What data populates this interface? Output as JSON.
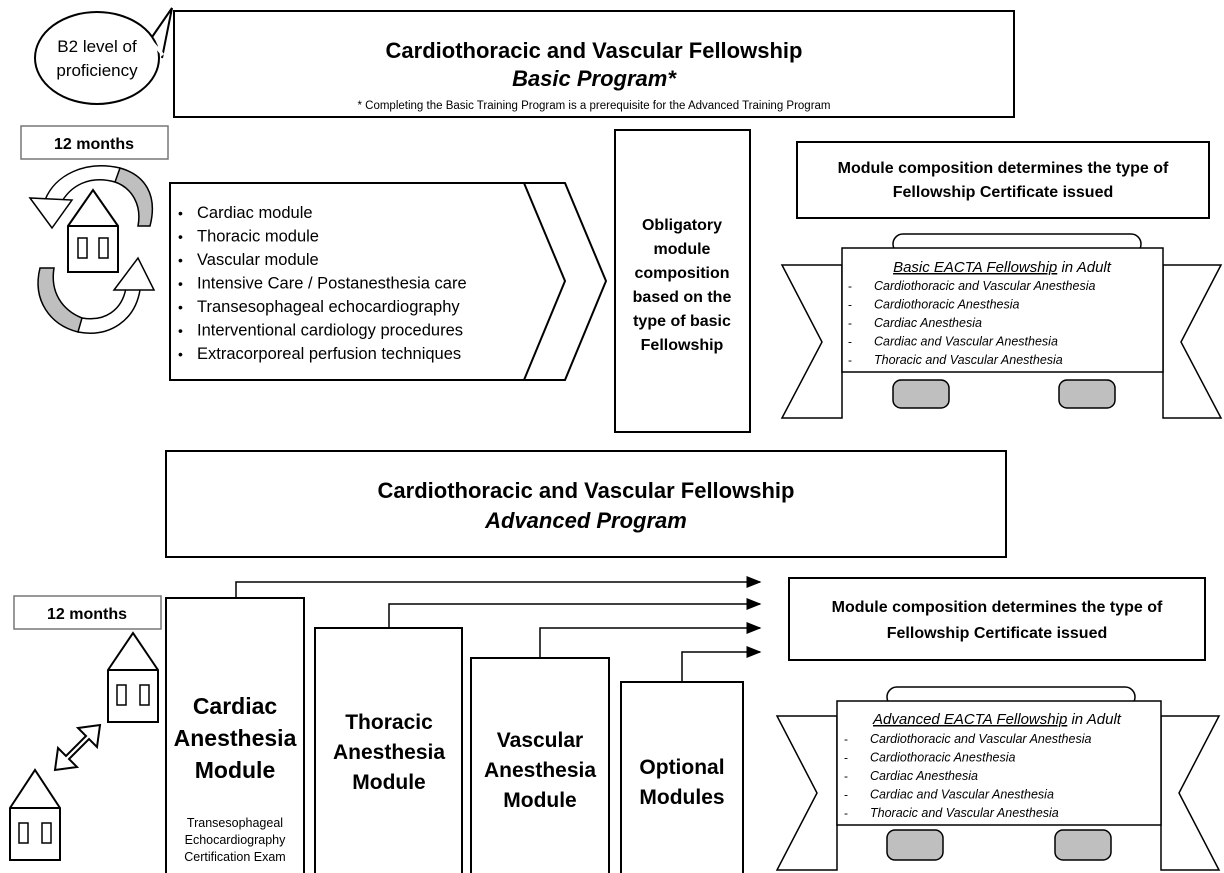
{
  "speech_bubble": {
    "line1": "B2 level of",
    "line2": "proficiency"
  },
  "basic_header": {
    "title": "Cardiothoracic and Vascular Fellowship",
    "subtitle": "Basic Program*",
    "footnote": "* Completing the Basic Training Program is a prerequisite for the Advanced Training Program"
  },
  "basic_duration": "12 months",
  "basic_modules": [
    "Cardiac module",
    "Thoracic module",
    "Vascular module",
    "Intensive Care / Postanesthesia care",
    "Transesophageal echocardiography",
    "Interventional cardiology procedures",
    "Extracorporeal perfusion techniques"
  ],
  "obligatory_box": [
    "Obligatory",
    "module",
    "composition",
    "based on the",
    "type of basic",
    "Fellowship"
  ],
  "composition_note_basic": [
    "Module composition determines the type of",
    "Fellowship Certificate issued"
  ],
  "basic_certificate": {
    "title": "Basic EACTA Fellowship",
    "title_suffix": " in Adult",
    "items": [
      "Cardiothoracic and Vascular Anesthesia",
      "Cardiothoracic Anesthesia",
      "Cardiac Anesthesia",
      "Cardiac and Vascular Anesthesia",
      "Thoracic and Vascular Anesthesia"
    ]
  },
  "advanced_header": {
    "title": "Cardiothoracic and Vascular Fellowship",
    "subtitle": "Advanced Program"
  },
  "advanced_duration": "12 months",
  "advanced_modules": [
    {
      "lines": [
        "Cardiac",
        "Anesthesia",
        "Module"
      ],
      "note": [
        "Transesophageal",
        "Echocardiography",
        "Certification Exam"
      ]
    },
    {
      "lines": [
        "Thoracic",
        "Anesthesia",
        "Module"
      ],
      "note": []
    },
    {
      "lines": [
        "Vascular",
        "Anesthesia",
        "Module"
      ],
      "note": []
    },
    {
      "lines": [
        "Optional",
        "Modules"
      ],
      "note": []
    }
  ],
  "composition_note_advanced": [
    "Module composition determines the type of",
    "Fellowship Certificate issued"
  ],
  "advanced_certificate": {
    "title": "Advanced EACTA Fellowship",
    "title_suffix": " in Adult",
    "items": [
      "Cardiothoracic and Vascular Anesthesia",
      "Cardiothoracic Anesthesia",
      "Cardiac Anesthesia",
      "Cardiac and Vascular Anesthesia",
      "Thoracic and Vascular Anesthesia"
    ]
  },
  "icons": {
    "house": "house-icon",
    "cycle": "cycle-arrows-icon",
    "exchange": "double-arrow-icon",
    "ribbon": "ribbon-banner-icon"
  }
}
